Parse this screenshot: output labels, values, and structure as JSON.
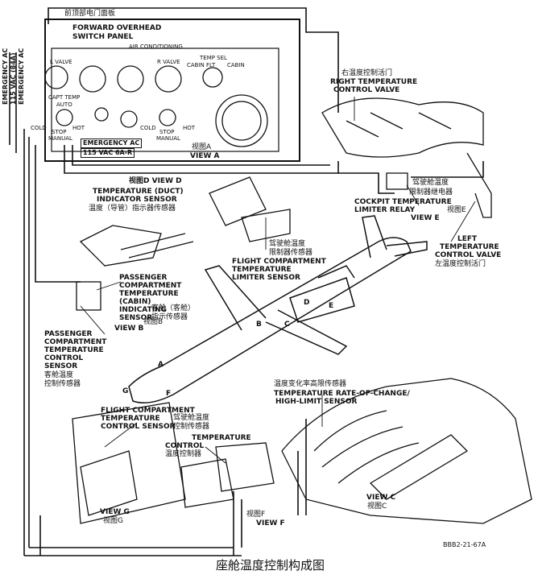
{
  "panel": {
    "title_cn": "前顶部电门面板",
    "title_en_1": "FORWARD OVERHEAD",
    "title_en_2": "SWITCH PANEL",
    "air_conditioning": "AIR CONDITIONING",
    "l_valve": "L VALVE",
    "r_valve": "R VALVE",
    "temp_sel": "TEMP SEL",
    "cabin_flt": "CABIN FLT",
    "cabin": "CABIN",
    "capt_temp": "CAPT TEMP",
    "auto": "AUTO",
    "cold_left": "COLD",
    "hot_left": "HOT",
    "stop_left": "STOP",
    "manual_left": "MANUAL",
    "cold_right": "COLD",
    "hot_right": "HOT",
    "stop_right": "STOP",
    "manual_right": "MANUAL",
    "emergency_ac": "EMERGENCY AC",
    "vac_abr": "115 VAC 6A-R",
    "view_a_cn": "视图A",
    "view_a": "VIEW A"
  },
  "side_labels": {
    "emergency_ac_1": "EMERGENCY AC",
    "vac_1": "115 VAC (84A)",
    "emergency_ac_2": "EMERGENCY AC"
  },
  "labels": {
    "right_valve_cn": "右温度控制活门",
    "right_valve_1": "RIGHT TEMPERATURE",
    "right_valve_2": "CONTROL VALVE",
    "view_d": "视图D VIEW  D",
    "duct_sensor_1": "TEMPERATURE (DUCT)",
    "duct_sensor_2": "INDICATOR SENSOR",
    "duct_sensor_cn": "温度（导管）指示器传感器",
    "cockpit_relay_cn_1": "驾驶舱温度",
    "cockpit_relay_cn_2": "限制器继电器",
    "cockpit_relay_1": "COCKPIT TEMPERATURE",
    "cockpit_relay_2": "LIMITER RELAY",
    "view_e": "VIEW  E",
    "view_e_cn": "视图E",
    "left_valve_1": "LEFT",
    "left_valve_2": "TEMPERATURE",
    "left_valve_3": "CONTROL VALVE",
    "left_valve_cn": "左温度控制活门",
    "flight_limiter_cn_1": "驾驶舱温度",
    "flight_limiter_cn_2": "限制器传感器",
    "flight_limiter_1": "FLIGHT COMPARTMENT",
    "flight_limiter_2": "TEMPERATURE",
    "flight_limiter_3": "LIMITER SENSOR",
    "pass_ind_1": "PASSENGER",
    "pass_ind_2": "COMPARTMENT",
    "pass_ind_3": "TEMPERATURE",
    "pass_ind_4": "(CABIN)",
    "pass_ind_5": "INDICATING",
    "pass_ind_6": "SENSOR",
    "pass_ind_cn_1": "客舱（客舱）",
    "pass_ind_cn_2": "指示传感器",
    "view_b_cn": "视图B",
    "view_b": "VIEW  B",
    "pass_ctrl_1": "PASSENGER",
    "pass_ctrl_2": "COMPARTMENT",
    "pass_ctrl_3": "TEMPERATURE",
    "pass_ctrl_4": "CONTROL",
    "pass_ctrl_5": "SENSOR",
    "pass_ctrl_cn_1": "客舱温度",
    "pass_ctrl_cn_2": "控制传感器",
    "rate_cn": "温度变化率高限传感器",
    "rate_1": "TEMPERATURE RATE-OF-CHANGE/",
    "rate_2": "HIGH-LIMIT SENSOR",
    "fc_ctrl_1": "FLIGHT COMPARTMENT",
    "fc_ctrl_2": "TEMPERATURE",
    "fc_ctrl_3": "CONTROL SENSOR",
    "fc_ctrl_cn_1": "驾驶舱温度",
    "fc_ctrl_cn_2": "控制传感器",
    "tc_1": "TEMPERATURE",
    "tc_2": "CONTROL",
    "tc_cn": "温度控制器",
    "view_g": "VIEW  G",
    "view_g_cn": "视图G",
    "view_f_cn": "视图F",
    "view_f": "VIEW  F",
    "view_c": "VIEW  C",
    "view_c_cn": "视图C",
    "code": "BBB2-21-67A",
    "caption": "座舱温度控制构成图"
  },
  "letters": [
    "A",
    "B",
    "C",
    "D",
    "E",
    "F",
    "G"
  ]
}
